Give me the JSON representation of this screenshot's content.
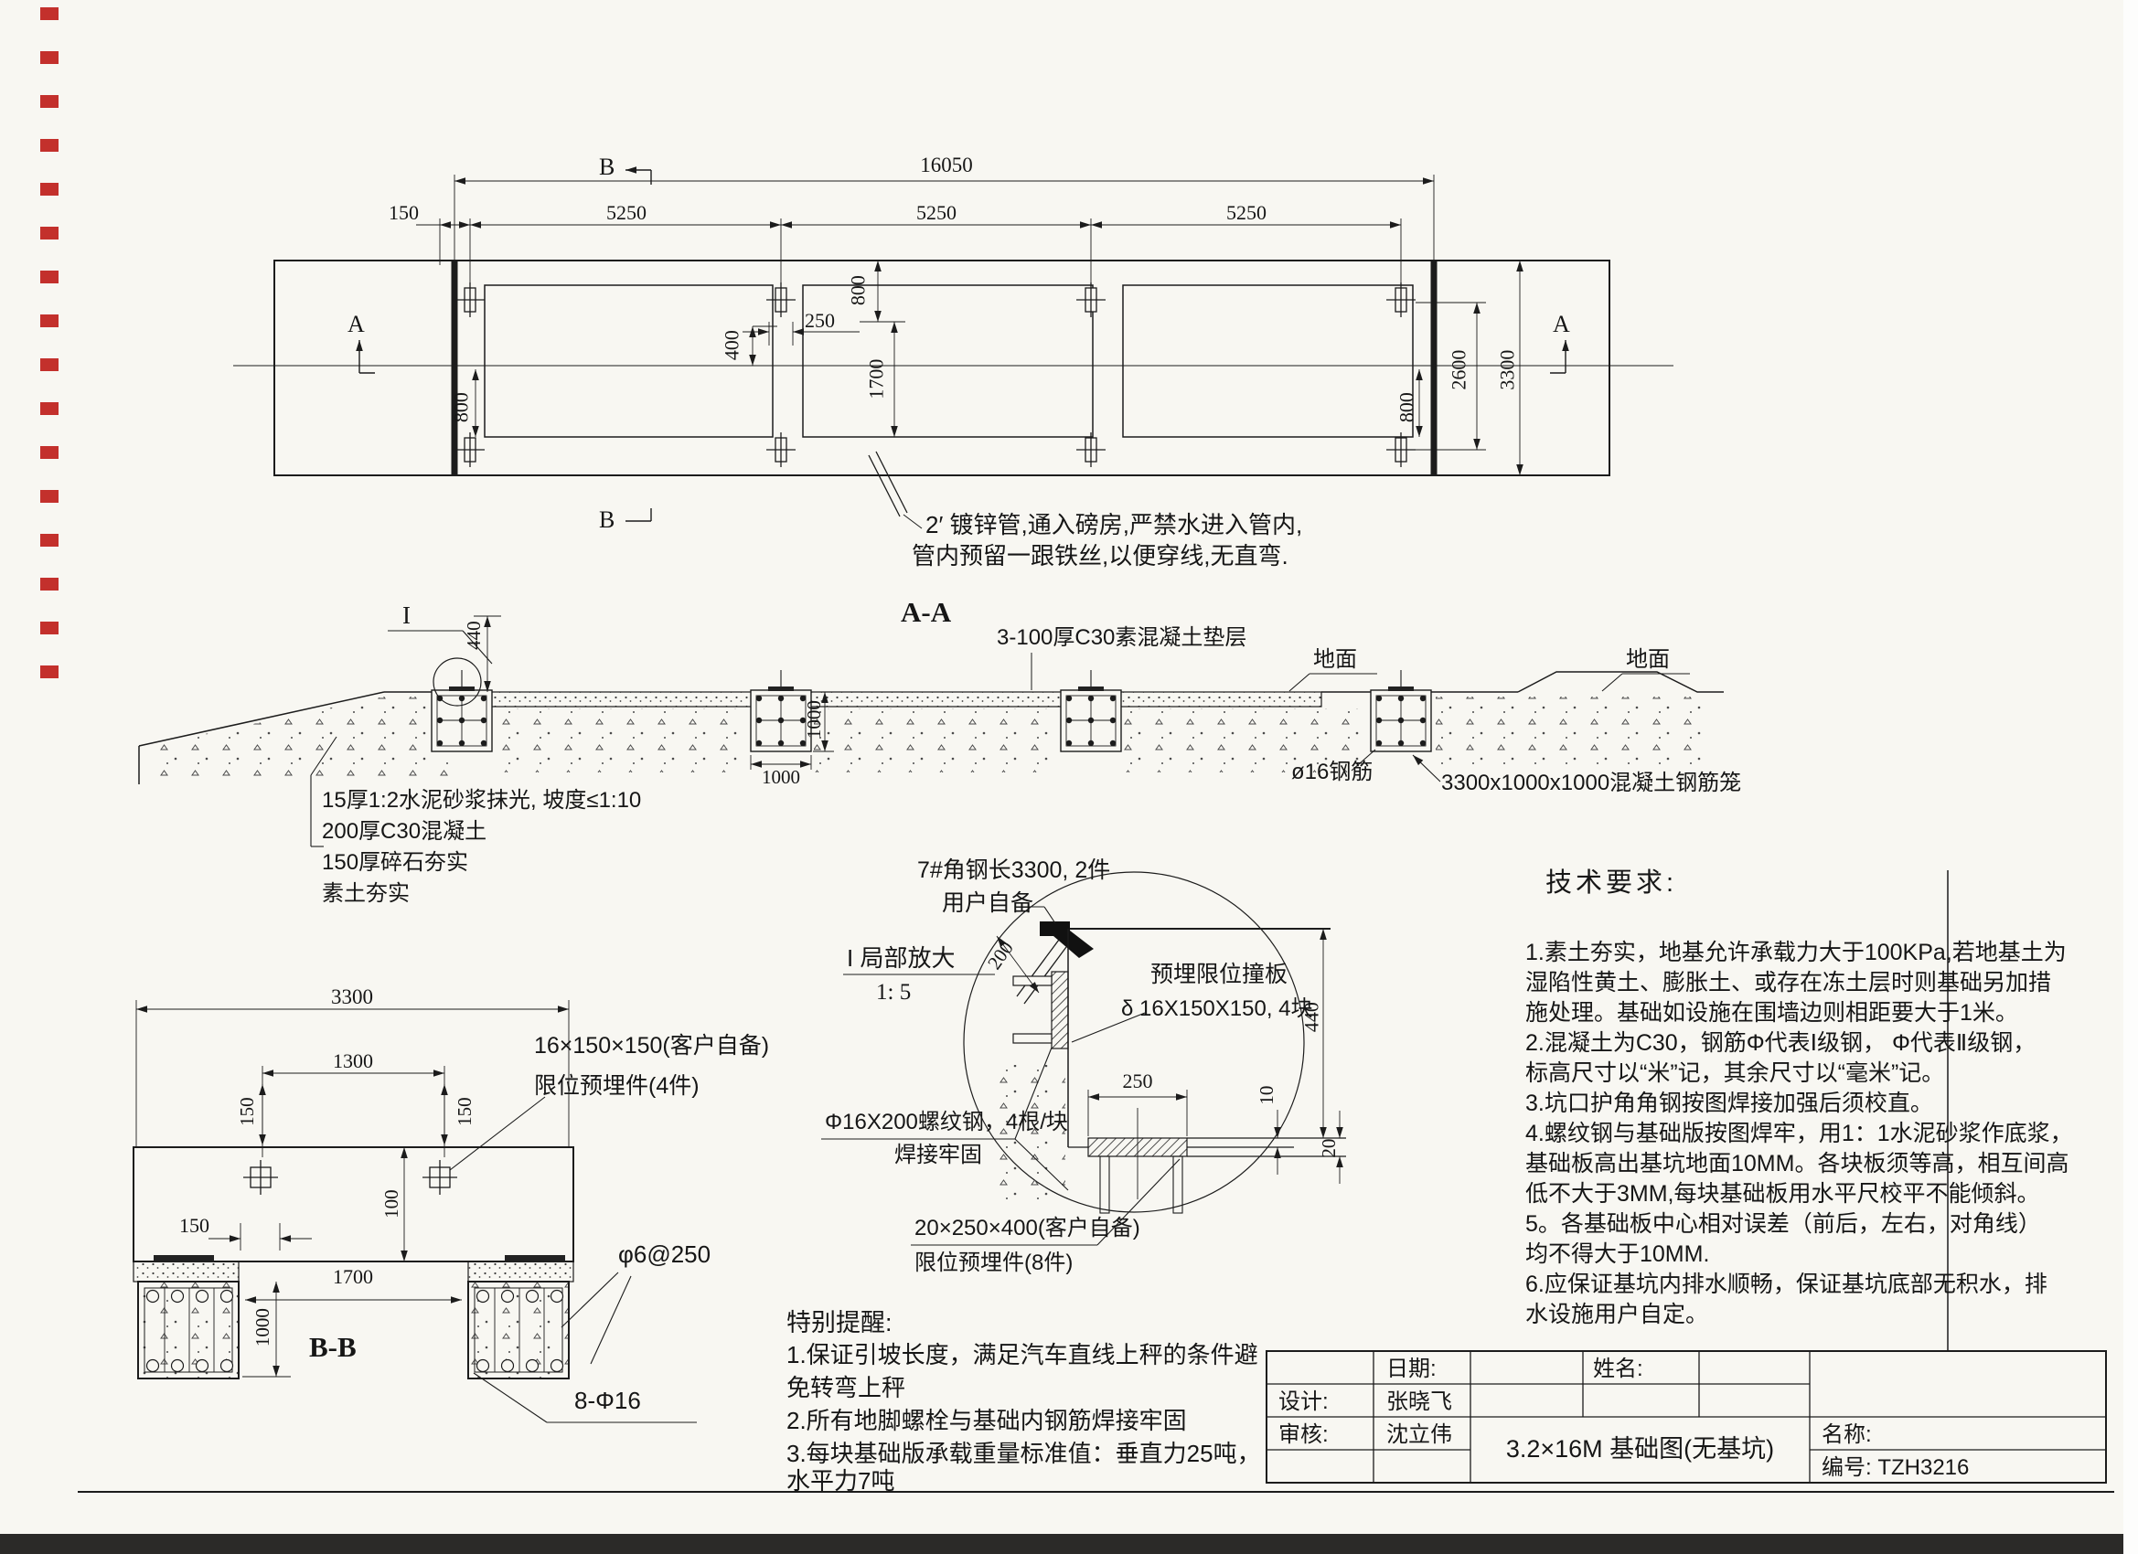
{
  "plan": {
    "section_label_a": "A",
    "section_label_b": "B",
    "dim_16050": "16050",
    "dim_150": "150",
    "dim_5250": "5250",
    "dim_800": "800",
    "dim_400": "400",
    "dim_250": "250",
    "dim_1700": "1700",
    "dim_2600": "2600",
    "dim_3300": "3300",
    "pipe_note_line1": "2′ 镀锌管,通入磅房,严禁水进入管内,",
    "pipe_note_line2": "管内预留一跟铁丝,以便穿线,无直弯."
  },
  "section_aa": {
    "title": "A-A",
    "bedding_note": "3-100厚C30素混凝土垫层",
    "ground_label": "地面",
    "detail_marker": "I",
    "dim_440": "440",
    "dim_1000": "1000",
    "rebar_label": "ø16钢筋",
    "cage_label": "3300x1000x1000混凝土钢筋笼",
    "layers": [
      "15厚1:2水泥砂浆抹光, 坡度≤1:10",
      "200厚C30混凝土",
      "150厚碎石夯实",
      "素土夯实"
    ]
  },
  "section_bb": {
    "title": "B-B",
    "dim_3300": "3300",
    "dim_1300": "1300",
    "dim_150": "150",
    "dim_100": "100",
    "dim_1000": "1000",
    "dim_1700": "1700",
    "embed_label_line1": "16×150×150(客户自备)",
    "embed_label_line2": "限位预埋件(4件)",
    "stirrup_label": "φ6@250",
    "rebar_label": "8-Φ16"
  },
  "detail_i": {
    "title": "I 局部放大",
    "scale": "1: 5",
    "angle_label_line1": "7#角钢长3300, 2件",
    "angle_label_line2": "用户自备",
    "plate_label_line1": "预埋限位撞板",
    "plate_label_line2": "δ 16X150X150, 4块",
    "rebar_label_line1": "Φ16X200螺纹钢，4根/块",
    "rebar_label_line2": "焊接牢固",
    "embed_label_line1": "20×250×400(客户自备)",
    "embed_label_line2": "限位预埋件(8件)",
    "dim_200": "200",
    "dim_250": "250",
    "dim_440": "440",
    "dim_10": "10",
    "dim_20": "20"
  },
  "tech": {
    "title": "技术要求:",
    "lines": [
      "1.素土夯实，地基允许承载力大于100KPa,若地基土为",
      "湿陷性黄土、膨胀土、或存在冻土层时则基础另加措",
      "施处理。基础如设施在围墙边则相距要大于1米。",
      "2.混凝土为C30，钢筋Φ代表Ⅰ级钢， Φ代表Ⅱ级钢，",
      "标高尺寸以“米”记，其余尺寸以“毫米”记。",
      "3.坑口护角角钢按图焊接加强后须校直。",
      "4.螺纹钢与基础版按图焊牢，用1：1水泥砂浆作底浆，",
      "基础板高出基坑地面10MM。各块板须等高，相互间高",
      "低不大于3MM,每块基础板用水平尺校平不能倾斜。",
      "5。各基础板中心相对误差（前后，左右，对角线）",
      "均不得大于10MM.",
      "6.应保证基坑内排水顺畅，保证基坑底部无积水，排",
      "水设施用户自定。"
    ]
  },
  "notes": {
    "title": "特别提醒:",
    "lines": [
      "1.保证引坡长度，满足汽车直线上秤的条件避",
      "免转弯上秤",
      "2.所有地脚螺栓与基础内钢筋焊接牢固",
      "3.每块基础版承载重量标准值：垂直力25吨，",
      "水平力7吨"
    ]
  },
  "title_block": {
    "date_label": "日期:",
    "name_label": "姓名:",
    "designer_label": "设计:",
    "designer": "张晓飞",
    "checker_label": "审核:",
    "checker": "沈立伟",
    "drawing_title": "3.2×16M 基础图(无基坑)",
    "title_label": "名称:",
    "number_label": "编号: TZH3216"
  }
}
